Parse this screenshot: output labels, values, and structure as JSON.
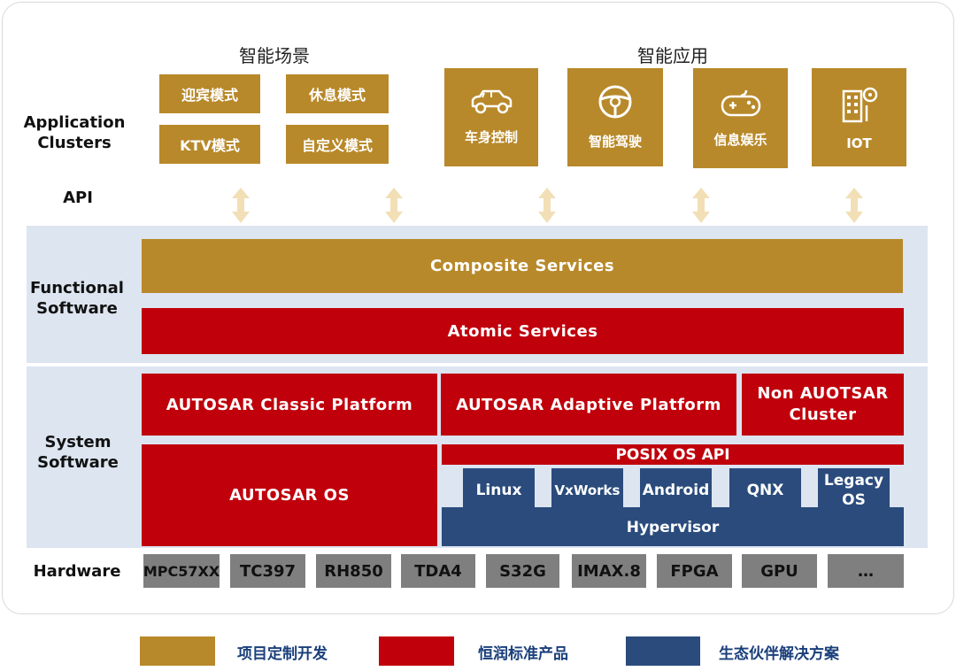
{
  "rows": {
    "application": "Application\nClusters",
    "api": "API",
    "functional": "Functional\nSoftware",
    "system": "System\nSoftware",
    "hardware": "Hardware"
  },
  "headers": {
    "scenes": "智能场景",
    "apps": "智能应用"
  },
  "scenes": [
    "迎宾模式",
    "休息模式",
    "KTV模式",
    "自定义模式"
  ],
  "apps": [
    {
      "label": "车身控制",
      "icon": "car-icon"
    },
    {
      "label": "智能驾驶",
      "icon": "steering-wheel-icon"
    },
    {
      "label": "信息娱乐",
      "icon": "gamepad-icon"
    },
    {
      "label": "IOT",
      "icon": "smart-building-icon"
    }
  ],
  "functional": {
    "composite": "Composite Services",
    "atomic": "Atomic Services"
  },
  "system": {
    "classic": "AUTOSAR Classic Platform",
    "adaptive": "AUTOSAR Adaptive Platform",
    "non_autosar": "Non AUOTSAR\nCluster",
    "autosar_os": "AUTOSAR OS",
    "posix": "POSIX OS API",
    "os_list": [
      "Linux",
      "VxWorks",
      "Android",
      "QNX",
      "Legacy\nOS"
    ],
    "hypervisor": "Hypervisor"
  },
  "hardware": [
    "MPC57XX",
    "TC397",
    "RH850",
    "TDA4",
    "S32G",
    "IMAX.8",
    "FPGA",
    "GPU",
    "…"
  ],
  "legend": [
    {
      "label": "项目定制开发",
      "color": "#b8892a"
    },
    {
      "label": "恒润标准产品",
      "color": "#c0000b"
    },
    {
      "label": "生态伙伴解决方案",
      "color": "#2a4b7c"
    }
  ],
  "colors": {
    "gold": "#b8892a",
    "red": "#c0000b",
    "navy": "#2a4b7c",
    "grey": "#7f7f7f",
    "band": "#dde5f1",
    "arrow": "#f2dfb6"
  }
}
